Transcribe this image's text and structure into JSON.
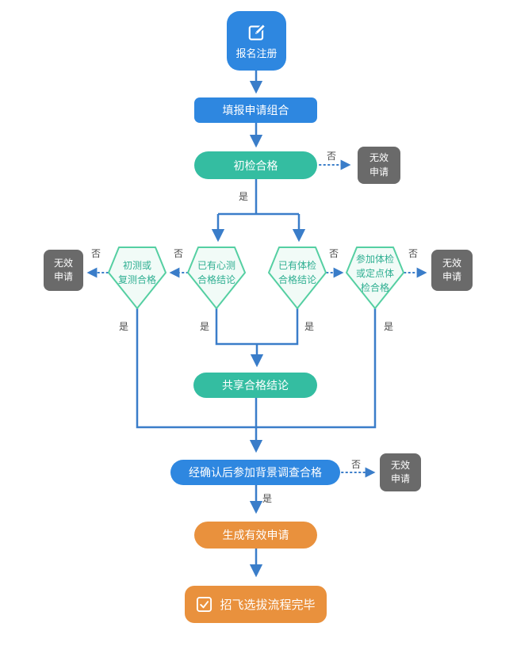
{
  "labels": {
    "yes": "是",
    "no": "否"
  },
  "nodes": {
    "register": {
      "label": "报名注册",
      "icon": "edit-icon"
    },
    "fill_application": {
      "label": "填报申请组合"
    },
    "initial_check": {
      "label": "初检合格"
    },
    "invalid_top": {
      "label": "无效\n申请"
    },
    "pentagon_retest": {
      "label": "初测或\n复测合格"
    },
    "pentagon_psych": {
      "label": "已有心测\n合格结论"
    },
    "pentagon_medical": {
      "label": "已有体检\n合格结论"
    },
    "pentagon_attend": {
      "label": "参加体检\n或定点体\n检合格"
    },
    "invalid_left": {
      "label": "无效\n申请"
    },
    "invalid_right": {
      "label": "无效\n申请"
    },
    "shared_conclusion": {
      "label": "共享合格结论"
    },
    "background_check": {
      "label": "经确认后参加背景调查合格"
    },
    "invalid_background": {
      "label": "无效\n申请"
    },
    "generate_valid": {
      "label": "生成有效申请"
    },
    "process_complete": {
      "label": "招飞选拔流程完毕",
      "icon": "checkbox-icon"
    }
  },
  "colors": {
    "node_blue": "#2E87E0",
    "node_teal": "#34BDA1",
    "node_orange": "#E9913D",
    "node_gray": "#6A6A6A",
    "pentagon_border": "#55CFA2",
    "pentagon_fill": "#F1FBF7",
    "pentagon_text": "#2FAF92",
    "connector_blue": "#3A7DC9",
    "edge_label_text": "#4A4A4A"
  }
}
